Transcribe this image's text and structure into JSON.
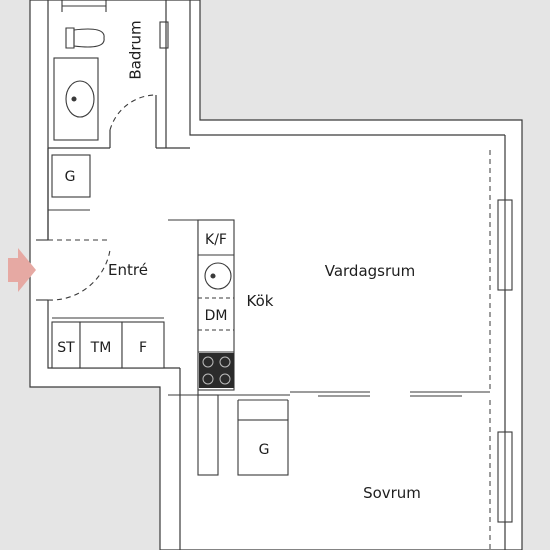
{
  "rooms": {
    "badrum": "Badrum",
    "entre": "Entré",
    "kok": "Kök",
    "vardagsrum": "Vardagsrum",
    "sovrum": "Sovrum"
  },
  "fixtures": {
    "closet_top": "G",
    "st": "ST",
    "tm": "TM",
    "f": "F",
    "kf": "K/F",
    "dm": "DM",
    "closet_bottom": "G"
  },
  "colors": {
    "background": "#e5e5e5",
    "wall": "#ffffff",
    "line": "#3a3a3a",
    "entry_arrow": "#e6a9a3",
    "stove": "#2b2b2b"
  }
}
